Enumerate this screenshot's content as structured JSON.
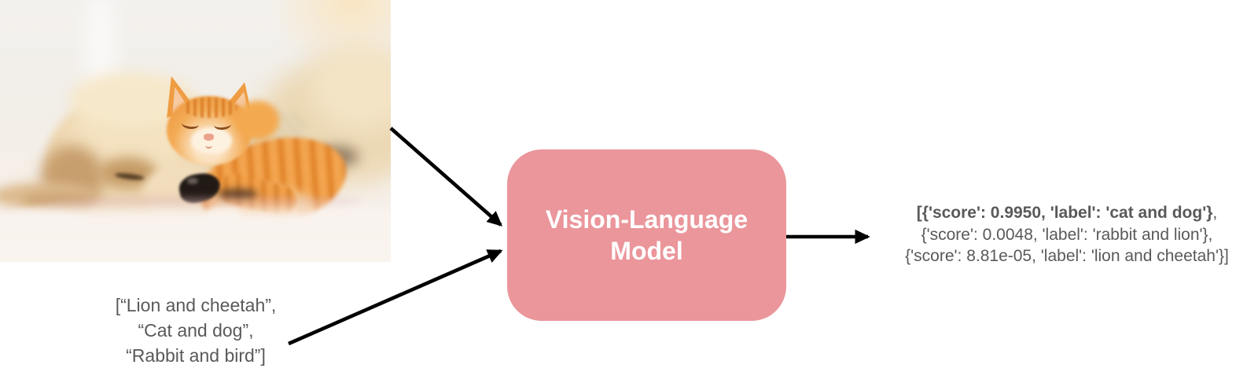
{
  "colors": {
    "model_box_fill": "#ea969b",
    "model_box_text": "#ffffff",
    "diagram_text": "#595959",
    "arrow": "#000000"
  },
  "input_image": {
    "alt": "Sleeping cream puppy with an orange tabby kitten cuddled on its head"
  },
  "model_box": {
    "label_lines": [
      "Vision-Language",
      "Model"
    ]
  },
  "candidate_labels": {
    "lines": [
      "[“Lion and cheetah”,",
      "“Cat and dog”,",
      "“Rabbit and bird”]"
    ]
  },
  "output_result": {
    "line1_bold": "[{'score': 0.9950, 'label': 'cat and dog'}",
    "line1_tail": ",",
    "line2": "{'score': 0.0048, 'label': 'rabbit and lion'},",
    "line3": "{'score': 8.81e-05, 'label': 'lion and cheetah'}]"
  }
}
